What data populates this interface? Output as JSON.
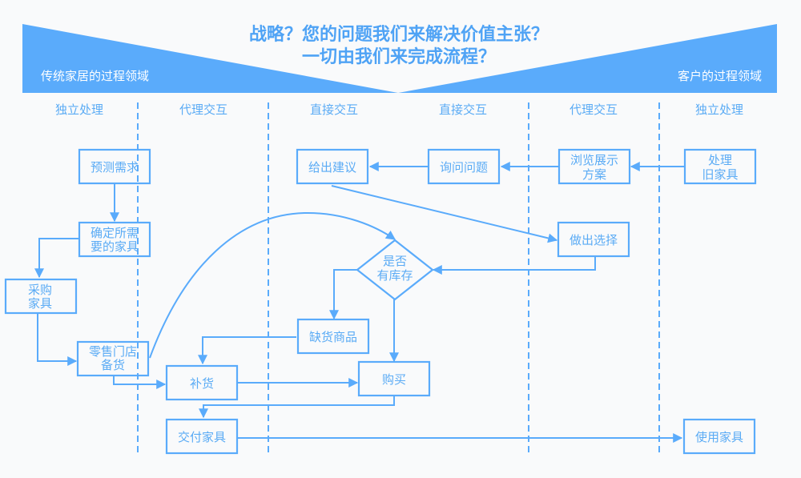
{
  "header": {
    "title_line1": "战略？您的问题我们来解决价值主张？",
    "title_line2": "一切由我们来完成流程？",
    "left_domain": "传统家居的过程领域",
    "right_domain": "客户的过程领域"
  },
  "lanes": [
    {
      "label": "独立处理"
    },
    {
      "label": "代理交互"
    },
    {
      "label": "直接交互"
    },
    {
      "label": "直接交互"
    },
    {
      "label": "代理交互"
    },
    {
      "label": "独立处理"
    }
  ],
  "nodes": {
    "forecast": {
      "lines": [
        "预测需求"
      ]
    },
    "determine": {
      "lines": [
        "确定所需",
        "要的家具"
      ]
    },
    "purchase_furniture": {
      "lines": [
        "采购",
        "家具"
      ]
    },
    "retail_stock": {
      "lines": [
        "零售门店",
        "备货"
      ]
    },
    "replenish": {
      "lines": [
        "补货"
      ]
    },
    "deliver": {
      "lines": [
        "交付家具"
      ]
    },
    "advise": {
      "lines": [
        "给出建议"
      ]
    },
    "ask": {
      "lines": [
        "询问问题"
      ]
    },
    "in_stock": {
      "lines": [
        "是否",
        "有库存"
      ]
    },
    "out_of_stock": {
      "lines": [
        "缺货商品"
      ]
    },
    "buy": {
      "lines": [
        "购买"
      ]
    },
    "browse": {
      "lines": [
        "浏览展示",
        "方案"
      ]
    },
    "choose": {
      "lines": [
        "做出选择"
      ]
    },
    "old_furniture": {
      "lines": [
        "处理",
        "旧家具"
      ]
    },
    "use": {
      "lines": [
        "使用家具"
      ]
    }
  },
  "colors": {
    "accent": "#5aabfb",
    "text": "#5aabf5",
    "title": "#4fa3f5",
    "background": "#f9fafb"
  }
}
